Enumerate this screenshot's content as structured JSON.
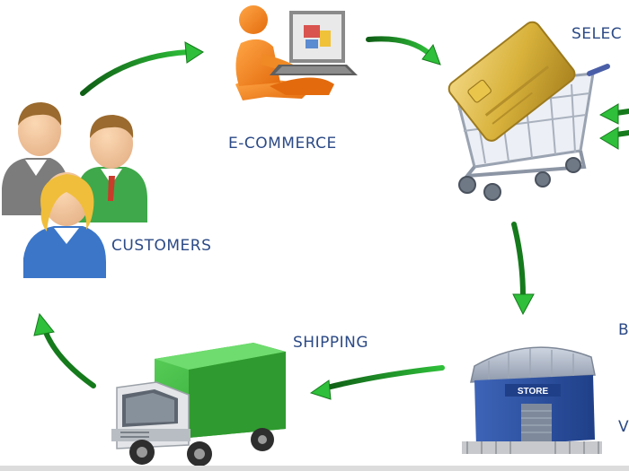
{
  "diagram": {
    "type": "e-commerce cycle",
    "colors": {
      "label_text": "#2c4a86",
      "arrow_green": "#1f9a2a",
      "truck_cargo": "#3cb73c",
      "store_blue": "#2d54a8",
      "card_gold": "#d8b23b",
      "person_orange": "#f07f1a"
    },
    "nodes": {
      "ecommerce": {
        "label": "E-COMMERCE",
        "icon": "person-laptop-icon"
      },
      "selection": {
        "label": "SELEC",
        "icon": "credit-card-cart-icon"
      },
      "customers": {
        "label": "CUSTOMERS",
        "icon": "customers-group-icon"
      },
      "shipping": {
        "label": "SHIPPING",
        "icon": "delivery-truck-icon"
      },
      "store": {
        "label_b": "B",
        "label_v": "V",
        "sign": "STORE",
        "icon": "warehouse-store-icon"
      }
    },
    "arrows": [
      "customers-to-ecommerce",
      "ecommerce-to-selection",
      "selection-to-store",
      "store-to-shipping",
      "shipping-to-customers",
      "offscreen-to-selection-top",
      "offscreen-to-selection-bottom"
    ]
  }
}
